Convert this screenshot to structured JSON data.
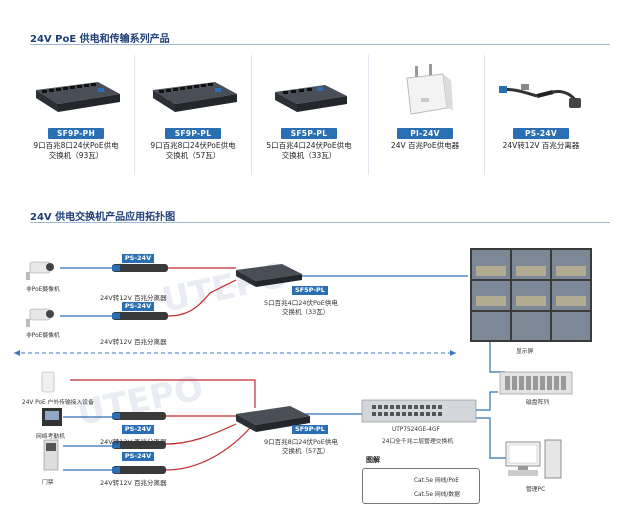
{
  "section1": {
    "title": "24V PoE 供电和传输系列产品"
  },
  "products": [
    {
      "model": "SF9P-PH",
      "line1": "9口百兆8口24伏PoE供电",
      "line2": "交换机（93瓦）"
    },
    {
      "model": "SF9P-PL",
      "line1": "9口百兆8口24伏PoE供电",
      "line2": "交换机（57瓦）"
    },
    {
      "model": "SF5P-PL",
      "line1": "5口百兆4口24伏PoE供电",
      "line2": "交换机（33瓦）"
    },
    {
      "model": "PI-24V",
      "line1": "24V 百兆PoE供电器",
      "line2": ""
    },
    {
      "model": "PS-24V",
      "line1": "24V转12V 百兆分离器",
      "line2": ""
    }
  ],
  "section2": {
    "title": "24V 供电交换机产品应用拓扑图"
  },
  "topology": {
    "camera1": "非PoE摄像机",
    "camera2": "非PoE摄像机",
    "outdoor_ap": "24V PoE 户外传输接入设备",
    "attendance": "网络考勤机",
    "door": "门禁",
    "splitter_tag": "PS-24V",
    "splitter_desc": "24V转12V 百兆分离器",
    "sf5p_tag": "SF5P-PL",
    "sf5p_desc1": "5口百兆4口24伏PoE供电",
    "sf5p_desc2": "交换机（33瓦）",
    "sf9p_tag": "SF9P-PL",
    "sf9p_desc1": "9口百兆8口24伏PoE供电",
    "sf9p_desc2": "交换机（57瓦）",
    "core_model": "UTP7524GE-4GF",
    "core_desc": "24口全千兆二层管理交换机",
    "display": "显示屏",
    "storage": "磁盘阵列",
    "pc": "管理PC",
    "watermark": "UTEPO"
  },
  "legend": {
    "title": "图解",
    "item1": "Cat.5e 网线/PoE",
    "item2": "Cat.5e 网线/数据",
    "poe_color": "#c0282d",
    "data_color": "#2f6fb5"
  },
  "colors": {
    "accent": "#2a6fb3",
    "title": "#1d3e78"
  }
}
